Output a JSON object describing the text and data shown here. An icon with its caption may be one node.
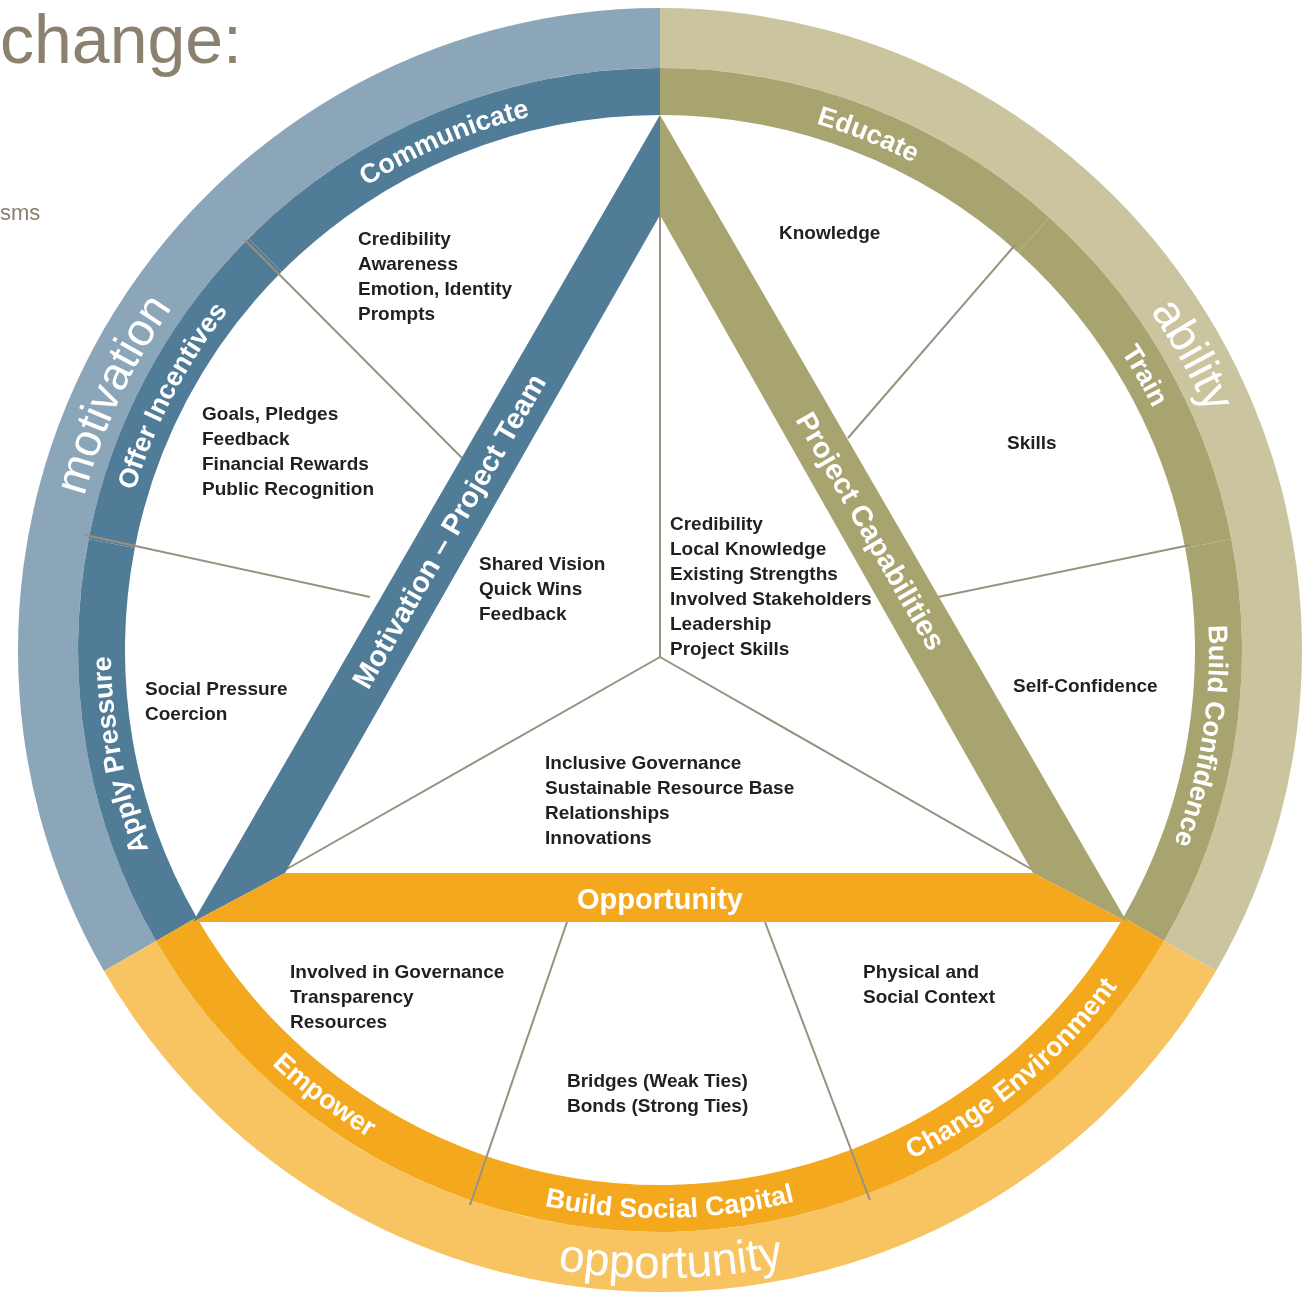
{
  "diagram": {
    "nodes": [
      {
        "text": [
          "motivation"
        ]
      },
      {
        "text": [
          "ability"
        ]
      },
      {
        "text": [
          "opportunity"
        ]
      },
      {
        "text": [
          "Communicate"
        ]
      },
      {
        "text": [
          "Offer Incentives"
        ]
      },
      {
        "text": [
          "Apply Pressure"
        ]
      },
      {
        "text": [
          "Educate"
        ]
      },
      {
        "text": [
          "Train"
        ]
      },
      {
        "text": [
          "Build Confidence"
        ]
      },
      {
        "text": [
          "Empower"
        ]
      },
      {
        "text": [
          "Build Social Capital"
        ]
      },
      {
        "text": [
          "Change Environment"
        ]
      },
      {
        "text": [
          "Motivation – Project Team"
        ]
      },
      {
        "text": [
          "Project Capabilities"
        ]
      },
      {
        "text": [
          "Opportunity"
        ]
      },
      {
        "text": [
          "Credibility",
          "Awareness",
          "Emotion, Identity",
          "Prompts"
        ]
      },
      {
        "text": [
          "Goals, Pledges",
          "Feedback",
          "Financial Rewards",
          "Public Recognition"
        ]
      },
      {
        "text": [
          "Social Pressure",
          "Coercion"
        ]
      },
      {
        "text": [
          "Knowledge"
        ]
      },
      {
        "text": [
          "Skills"
        ]
      },
      {
        "text": [
          "Self-Confidence"
        ]
      },
      {
        "text": [
          "Involved in Governance",
          "Transparency",
          "Resources"
        ]
      },
      {
        "text": [
          "Bridges (Weak Ties)",
          "Bonds (Strong Ties)"
        ]
      },
      {
        "text": [
          "Physical and Social Context"
        ]
      },
      {
        "text": [
          "Shared Vision",
          "Quick Wins",
          "Feedback"
        ]
      },
      {
        "text": [
          "Credibility",
          "Local Knowledge",
          "Existing Strengths",
          "Involved Stakeholders",
          "Leadership",
          "Project Skills"
        ]
      },
      {
        "text": [
          "Inclusive Governance",
          "Sustainable Resource Base",
          "Relationships",
          "Innovations"
        ]
      }
    ],
    "edges": [],
    "labels": [
      "change:",
      "sms"
    ]
  }
}
